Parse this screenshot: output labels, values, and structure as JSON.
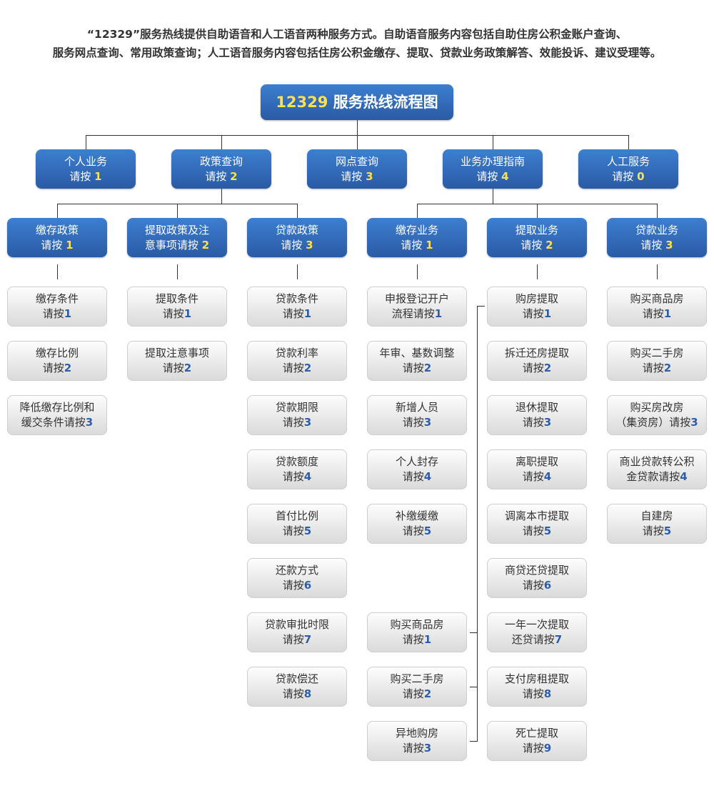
{
  "intro": [
    "“12329”服务热线提供自助语音和人工语音两种服务方式。自助语音服务内容包括自助住房公积金账户查询、",
    "服务网点查询、常用政策查询；人工语音服务内容包括住房公积金缴存、提取、贷款业务政策解答、效能投诉、建议受理等。"
  ],
  "title": {
    "number": "12329",
    "text": " 服务热线流程图"
  },
  "level1": [
    {
      "l1": "个人业务",
      "l2": "请按 ",
      "key": "1"
    },
    {
      "l1": "政策查询",
      "l2": "请按 ",
      "key": "2"
    },
    {
      "l1": "网点查询",
      "l2": "请按 ",
      "key": "3"
    },
    {
      "l1": "业务办理指南",
      "l2": "请按 ",
      "key": "4"
    },
    {
      "l1": "人工服务",
      "l2": "请按 ",
      "key": "0"
    }
  ],
  "level2": [
    {
      "l1": "缴存政策",
      "l2": "请按 ",
      "key": "1"
    },
    {
      "l1": "提取政策及注",
      "l2": "意事项请按 ",
      "key": "2"
    },
    {
      "l1": "贷款政策",
      "l2": "请按 ",
      "key": "3"
    },
    {
      "l1": "缴存业务",
      "l2": "请按 ",
      "key": "1"
    },
    {
      "l1": "提取业务",
      "l2": "请按 ",
      "key": "2"
    },
    {
      "l1": "贷款业务",
      "l2": "请按 ",
      "key": "3"
    }
  ],
  "level3": [
    [
      {
        "l1": "缴存条件",
        "l2": "请按",
        "key": "1"
      },
      {
        "l1": "缴存比例",
        "l2": "请按",
        "key": "2"
      },
      {
        "l1": "降低缴存比例和",
        "l2": "缓交条件请按",
        "key": "3"
      }
    ],
    [
      {
        "l1": "提取条件",
        "l2": "请按",
        "key": "1"
      },
      {
        "l1": "提取注意事项",
        "l2": "请按",
        "key": "2"
      }
    ],
    [
      {
        "l1": "贷款条件",
        "l2": "请按",
        "key": "1"
      },
      {
        "l1": "贷款利率",
        "l2": "请按",
        "key": "2"
      },
      {
        "l1": "贷款期限",
        "l2": "请按",
        "key": "3"
      },
      {
        "l1": "贷款额度",
        "l2": "请按",
        "key": "4"
      },
      {
        "l1": "首付比例",
        "l2": "请按",
        "key": "5"
      },
      {
        "l1": "还款方式",
        "l2": "请按",
        "key": "6"
      },
      {
        "l1": "贷款审批时限",
        "l2": "请按",
        "key": "7"
      },
      {
        "l1": "贷款偿还",
        "l2": "请按",
        "key": "8"
      }
    ],
    [
      {
        "l1": "申报登记开户",
        "l2": "流程请按",
        "key": "1"
      },
      {
        "l1": "年审、基数调整",
        "l2": "请按",
        "key": "2"
      },
      {
        "l1": "新增人员",
        "l2": "请按",
        "key": "3"
      },
      {
        "l1": "个人封存",
        "l2": "请按",
        "key": "4"
      },
      {
        "l1": "补缴缓缴",
        "l2": "请按",
        "key": "5"
      }
    ],
    [
      {
        "l1": "购房提取",
        "l2": "请按",
        "key": "1"
      },
      {
        "l1": "拆迁还房提取",
        "l2": "请按",
        "key": "2"
      },
      {
        "l1": "退休提取",
        "l2": "请按",
        "key": "3"
      },
      {
        "l1": "离职提取",
        "l2": "请按",
        "key": "4"
      },
      {
        "l1": "调离本市提取",
        "l2": "请按",
        "key": "5"
      },
      {
        "l1": "商贷还贷提取",
        "l2": "请按",
        "key": "6"
      },
      {
        "l1": "一年一次提取",
        "l2": "还贷请按",
        "key": "7"
      },
      {
        "l1": "支付房租提取",
        "l2": "请按",
        "key": "8"
      },
      {
        "l1": "死亡提取",
        "l2": "请按",
        "key": "9"
      }
    ],
    [
      {
        "l1": "购买商品房",
        "l2": "请按",
        "key": "1"
      },
      {
        "l1": "购买二手房",
        "l2": "请按",
        "key": "2"
      },
      {
        "l1": "购买房改房",
        "l2": "（集资房）请按",
        "key": "3"
      },
      {
        "l1": "商业贷款转公积",
        "l2": "金贷款请按",
        "key": "4"
      },
      {
        "l1": "自建房",
        "l2": "请按",
        "key": "5"
      }
    ]
  ],
  "purchase_sub": [
    {
      "l1": "购买商品房",
      "l2": "请按",
      "key": "1"
    },
    {
      "l1": "购买二手房",
      "l2": "请按",
      "key": "2"
    },
    {
      "l1": "异地购房",
      "l2": "请按",
      "key": "3"
    }
  ]
}
